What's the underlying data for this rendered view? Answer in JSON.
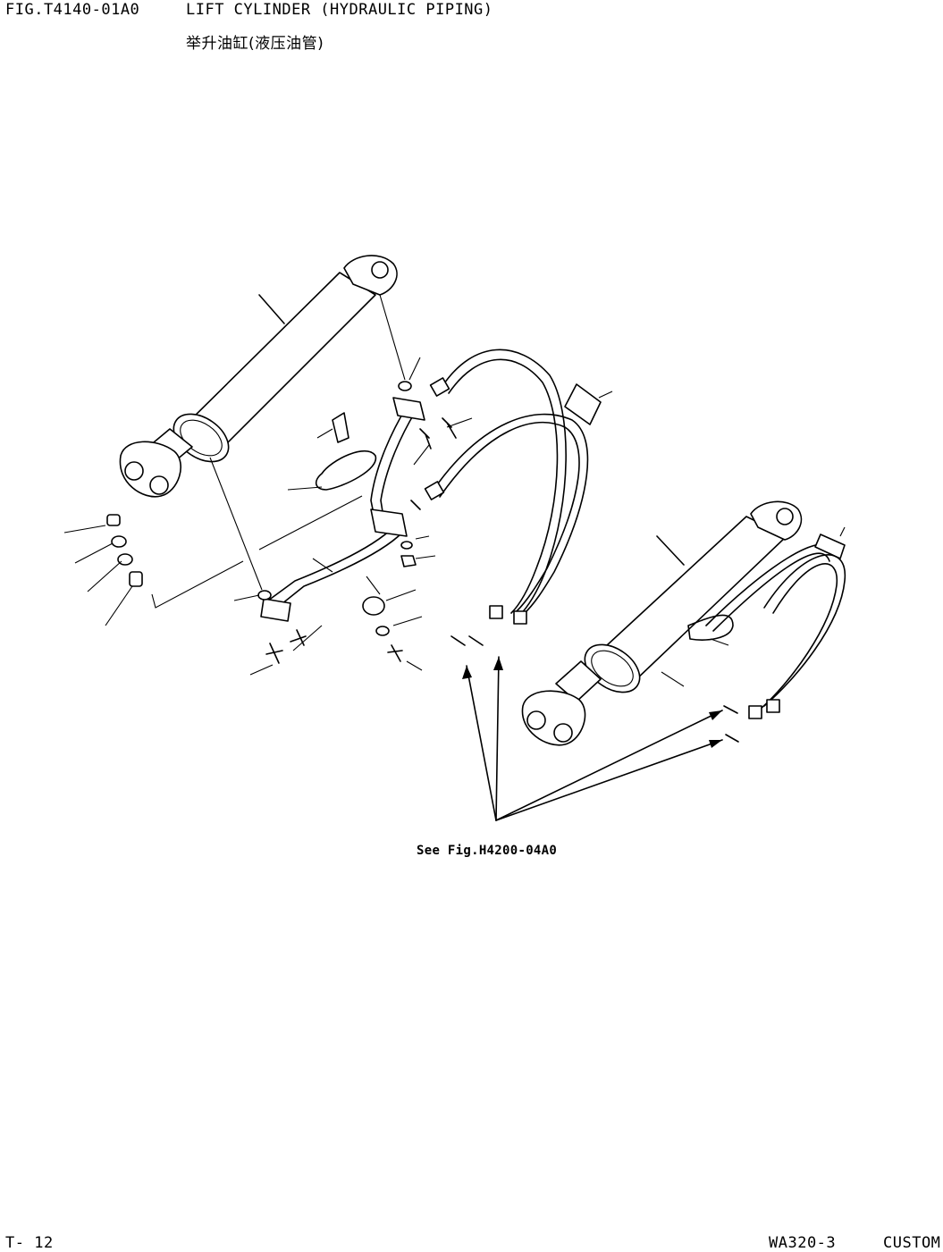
{
  "header": {
    "figure_code": "FIG.T4140-01A0",
    "title": "LIFT CYLINDER (HYDRAULIC PIPING)",
    "subtitle": "举升油缸(液压油管)"
  },
  "diagram": {
    "reference_note": "See Fig.H4200-04A0"
  },
  "footer": {
    "page": "T- 12",
    "model": "WA320-3",
    "edition": "CUSTOM"
  }
}
